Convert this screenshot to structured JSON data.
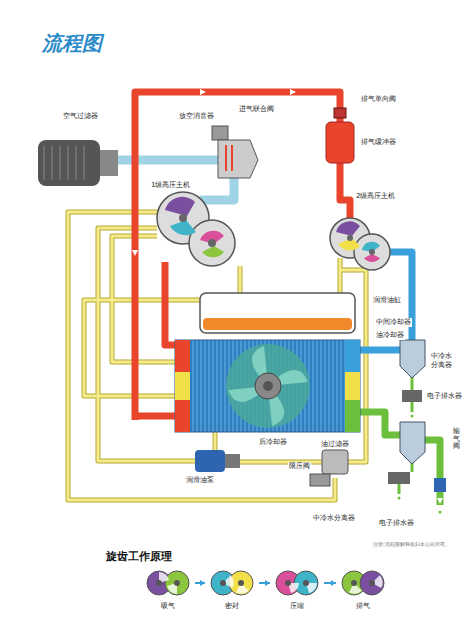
{
  "diagram": {
    "title": "流程图",
    "nodes": [
      {
        "text": [
          "吸气"
        ]
      },
      {
        "text": [
          "密封"
        ]
      },
      {
        "text": [
          "压缩"
        ]
      },
      {
        "text": [
          "排气"
        ]
      }
    ],
    "edges": [
      {
        "from": 0,
        "to": 1,
        "arrow": "to"
      },
      {
        "from": 1,
        "to": 2,
        "arrow": "to"
      },
      {
        "from": 2,
        "to": 3,
        "arrow": "to"
      }
    ],
    "labels": [
      "空气过滤器",
      "放空消音器",
      "进气联合阀",
      "排气单向阀",
      "排气缓冲器",
      "1级高压主机",
      "2级高压主机",
      "润滑油缸",
      "中间冷却器",
      "油冷却器",
      "中冷水分离器",
      "电子排水器",
      "润滑油泵",
      "后冷却器",
      "油过滤器",
      "限压阀",
      "输气阀",
      "中冷水分离器",
      "电子排水器",
      "注明:流程图解释权归本公司所有。",
      "旋齿工作原理"
    ]
  }
}
